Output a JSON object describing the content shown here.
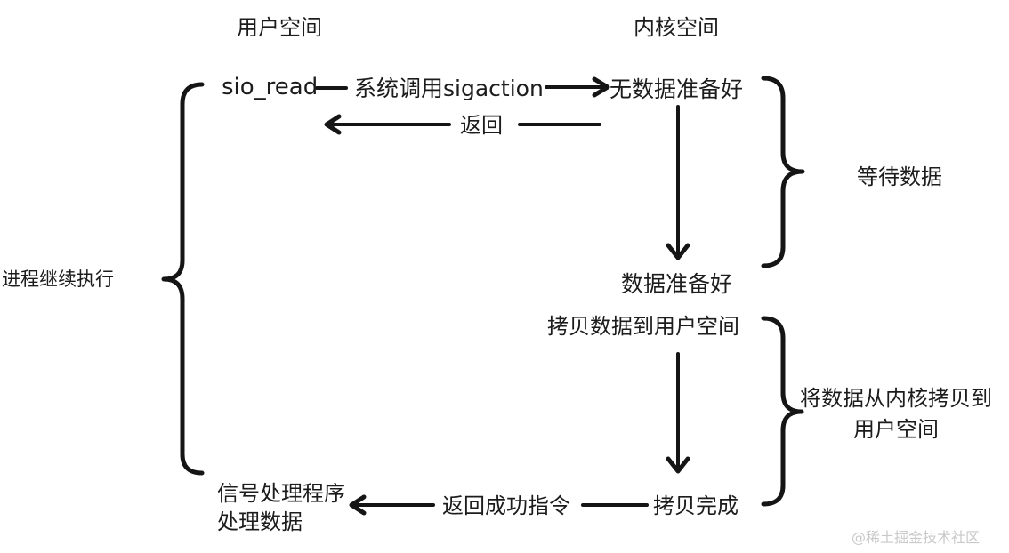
{
  "diagram": {
    "columns": {
      "user_space": "用户空间",
      "kernel_space": "内核空间"
    },
    "nodes": {
      "sio_read": "sio_read",
      "syscall": "系统调用sigaction",
      "no_data_ready": "无数据准备好",
      "return": "返回",
      "data_ready": "数据准备好",
      "copy_to_user": "拷贝数据到用户空间",
      "copy_done": "拷贝完成",
      "return_success": "返回成功指令",
      "signal_handler": "信号处理程序\n处理数据"
    },
    "annotations": {
      "wait_data": "等待数据",
      "copy_desc": "将数据从内核拷贝到\n用户空间",
      "process_continue": "进程继续执行"
    },
    "watermark": "@稀土掘金技术社区",
    "colors": {
      "line": "#151515",
      "text": "#1c1c1c",
      "watermark": "#c9c9c9",
      "background": "#ffffff"
    }
  }
}
